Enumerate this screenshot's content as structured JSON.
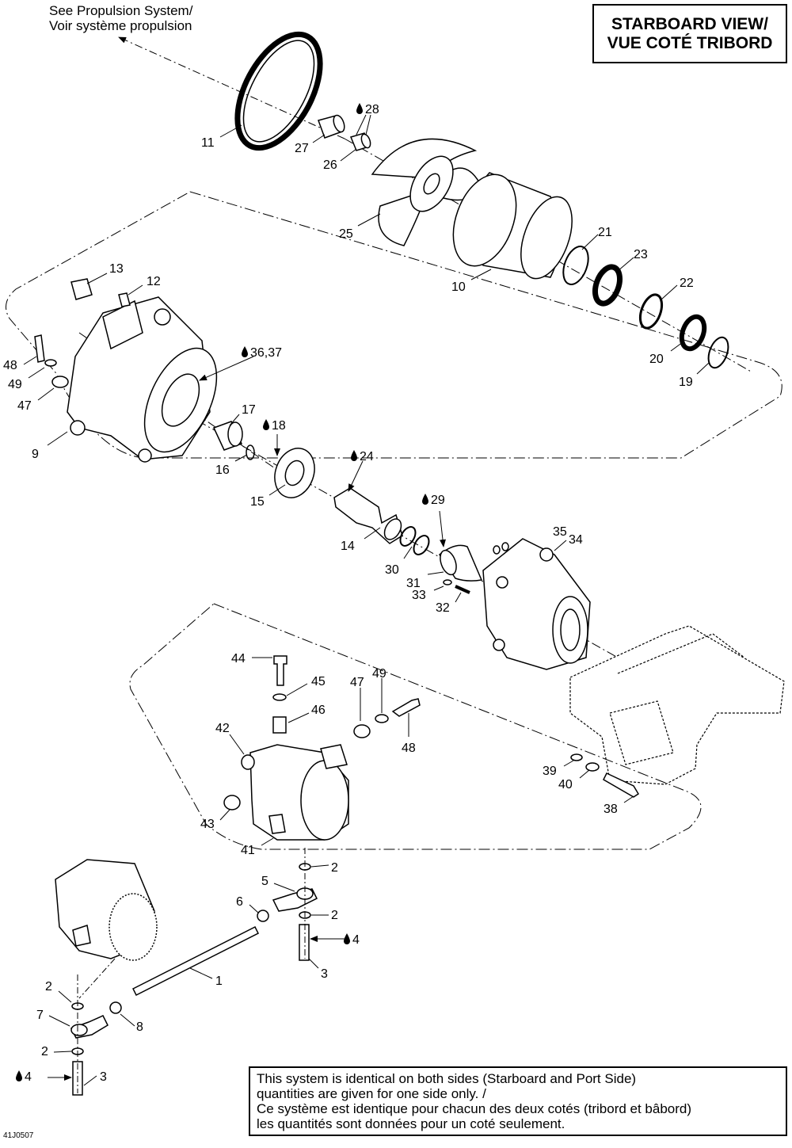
{
  "reference": {
    "line1": "See Propulsion System/",
    "line2": "Voir système propulsion"
  },
  "view": {
    "line1": "STARBOARD VIEW/",
    "line2": "VUE COTÉ TRIBORD"
  },
  "note": {
    "line1": "This system is identical on both sides (Starboard and Port Side)",
    "line2": "quantities are given for one side only. /",
    "line3": "Ce système est identique pour chacun des deux cotés (tribord et bâbord)",
    "line4": "les quantités sont données pour un coté seulement."
  },
  "drawing_id": "41J0507",
  "callouts": [
    {
      "label": "11",
      "drop": false
    },
    {
      "label": "27",
      "drop": false
    },
    {
      "label": "28",
      "drop": true
    },
    {
      "label": "26",
      "drop": false
    },
    {
      "label": "25",
      "drop": false
    },
    {
      "label": "21",
      "drop": false
    },
    {
      "label": "23",
      "drop": false
    },
    {
      "label": "10",
      "drop": false
    },
    {
      "label": "22",
      "drop": false
    },
    {
      "label": "20",
      "drop": false
    },
    {
      "label": "19",
      "drop": false
    },
    {
      "label": "13",
      "drop": false
    },
    {
      "label": "12",
      "drop": false
    },
    {
      "label": "36,37",
      "drop": true
    },
    {
      "label": "48",
      "drop": false
    },
    {
      "label": "49",
      "drop": false
    },
    {
      "label": "47",
      "drop": false
    },
    {
      "label": "9",
      "drop": false
    },
    {
      "label": "17",
      "drop": false
    },
    {
      "label": "18",
      "drop": true
    },
    {
      "label": "16",
      "drop": false
    },
    {
      "label": "24",
      "drop": true
    },
    {
      "label": "15",
      "drop": false
    },
    {
      "label": "29",
      "drop": true
    },
    {
      "label": "35",
      "drop": false
    },
    {
      "label": "34",
      "drop": false
    },
    {
      "label": "14",
      "drop": false
    },
    {
      "label": "30",
      "drop": false
    },
    {
      "label": "31",
      "drop": false
    },
    {
      "label": "33",
      "drop": false
    },
    {
      "label": "32",
      "drop": false
    },
    {
      "label": "44",
      "drop": false
    },
    {
      "label": "45",
      "drop": false
    },
    {
      "label": "47",
      "drop": false
    },
    {
      "label": "49",
      "drop": false
    },
    {
      "label": "46",
      "drop": false
    },
    {
      "label": "42",
      "drop": false
    },
    {
      "label": "48",
      "drop": false
    },
    {
      "label": "39",
      "drop": false
    },
    {
      "label": "40",
      "drop": false
    },
    {
      "label": "38",
      "drop": false
    },
    {
      "label": "43",
      "drop": false
    },
    {
      "label": "41",
      "drop": false
    },
    {
      "label": "2",
      "drop": false
    },
    {
      "label": "5",
      "drop": false
    },
    {
      "label": "6",
      "drop": false
    },
    {
      "label": "2",
      "drop": false
    },
    {
      "label": "4",
      "drop": true
    },
    {
      "label": "3",
      "drop": false
    },
    {
      "label": "1",
      "drop": false
    },
    {
      "label": "2",
      "drop": false
    },
    {
      "label": "7",
      "drop": false
    },
    {
      "label": "8",
      "drop": false
    },
    {
      "label": "2",
      "drop": false
    },
    {
      "label": "4",
      "drop": true
    },
    {
      "label": "3",
      "drop": false
    }
  ]
}
